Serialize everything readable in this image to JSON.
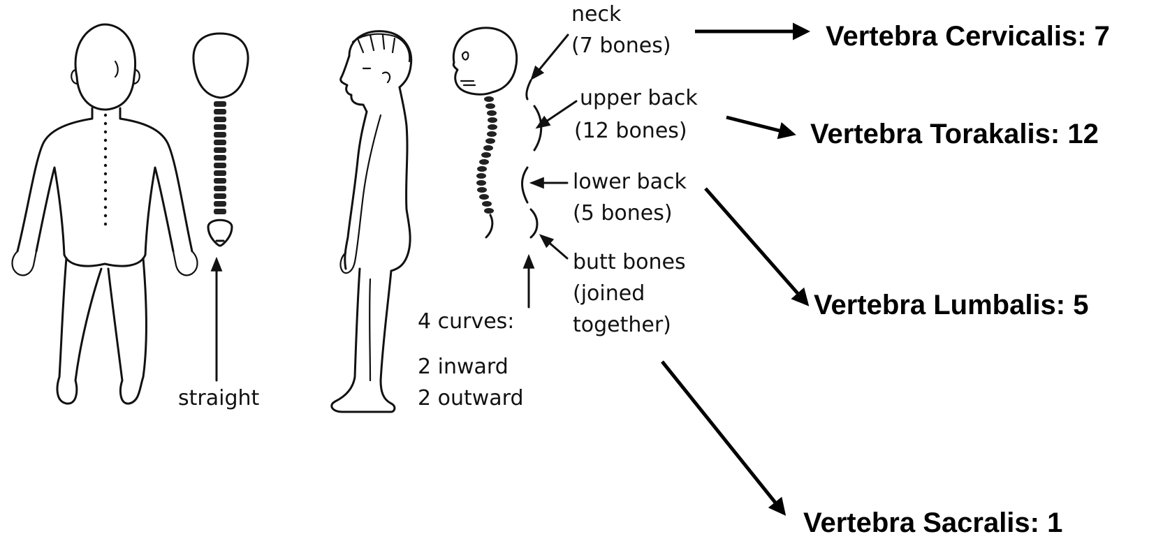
{
  "labels": {
    "neck": [
      "neck",
      "(7 bones)"
    ],
    "upper_back": [
      "upper back",
      "(12 bones)"
    ],
    "lower_back": [
      "lower back",
      "(5 bones)"
    ],
    "butt_bones": [
      "butt bones",
      "(joined",
      "together)"
    ],
    "straight": "straight",
    "curves": [
      "4 curves:",
      "2 inward",
      "2 outward"
    ]
  },
  "vertebrae": {
    "cervicalis": "Vertebra Cervicalis: 7",
    "torakalis": "Vertebra Torakalis: 12",
    "lumbalis": "Vertebra Lumbalis: 5",
    "sacralis": "Vertebra Sacralis: 1"
  },
  "icons": [
    "child-back-view-icon",
    "straight-spine-icon",
    "child-side-view-icon",
    "curved-spine-icon"
  ]
}
